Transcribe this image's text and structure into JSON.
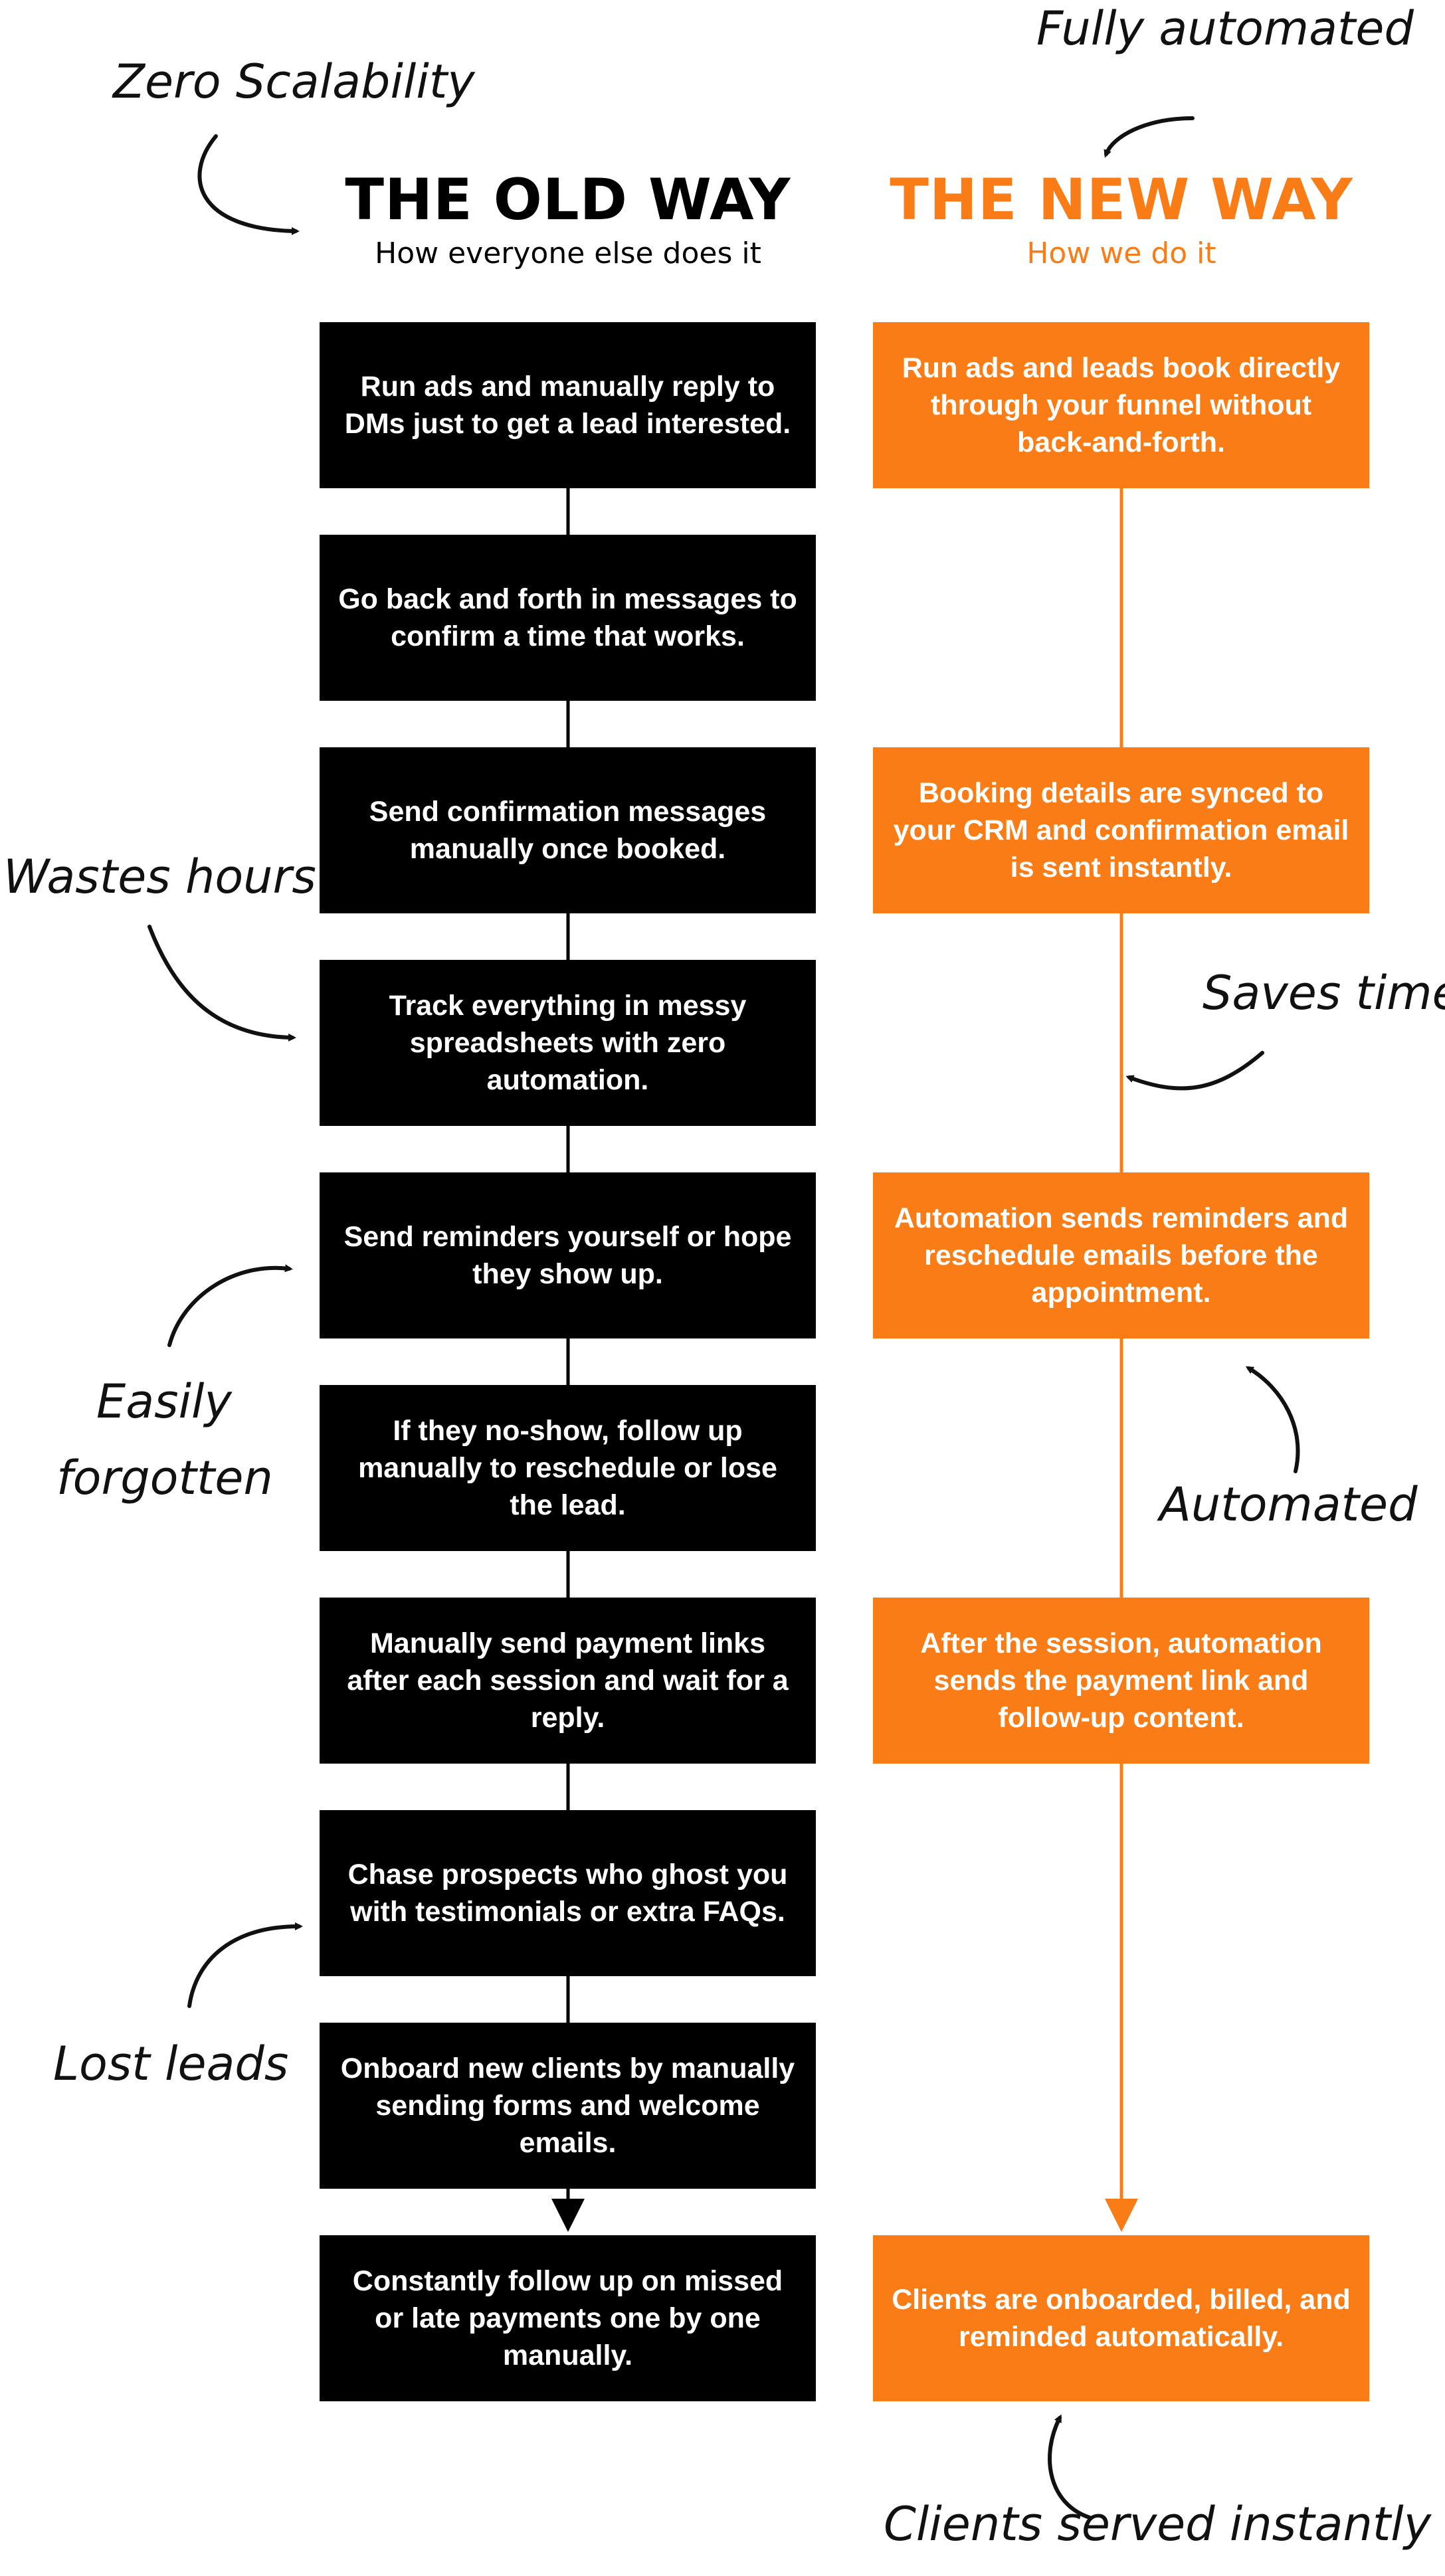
{
  "old_way": {
    "title": "THE OLD WAY",
    "subtitle": "How everyone else does it",
    "steps": [
      "Run ads and manually reply to DMs just to get a lead interested.",
      "Go back and forth in messages to confirm a time that works.",
      "Send confirmation messages manually once booked.",
      "Track everything in messy spreadsheets with zero automation.",
      "Send reminders yourself or hope they show up.",
      "If they no-show, follow up manually to reschedule or lose the lead.",
      "Manually send payment links after each session and wait for a reply.",
      "Chase prospects who ghost you with testimonials or extra FAQs.",
      "Onboard new clients by manually sending forms and welcome emails.",
      "Constantly follow up on missed or late payments one by one manually."
    ]
  },
  "new_way": {
    "title": "THE NEW WAY",
    "subtitle": "How we do it",
    "steps": [
      "Run ads and leads book directly through your funnel without back-and-forth.",
      "Booking details are synced to your CRM and confirmation email is sent instantly.",
      "Automation sends reminders and reschedule emails before the appointment.",
      "After the session, automation sends the payment link and follow-up content.",
      "Clients are onboarded, billed, and reminded automatically."
    ]
  },
  "annotations": {
    "zero_scalability": "Zero Scalability",
    "fully_automated": "Fully automated",
    "wastes_hours": "Wastes hours",
    "saves_time": "Saves time",
    "easily_forgotten_line1": "Easily",
    "easily_forgotten_line2": "forgotten",
    "automated": "Automated",
    "lost_leads": "Lost leads",
    "clients_served_instantly": "Clients served instantly"
  },
  "colors": {
    "old_box": "#000000",
    "new_box": "#fa7c16",
    "accent_orange": "#fa7c16",
    "background": "#ffffff"
  }
}
